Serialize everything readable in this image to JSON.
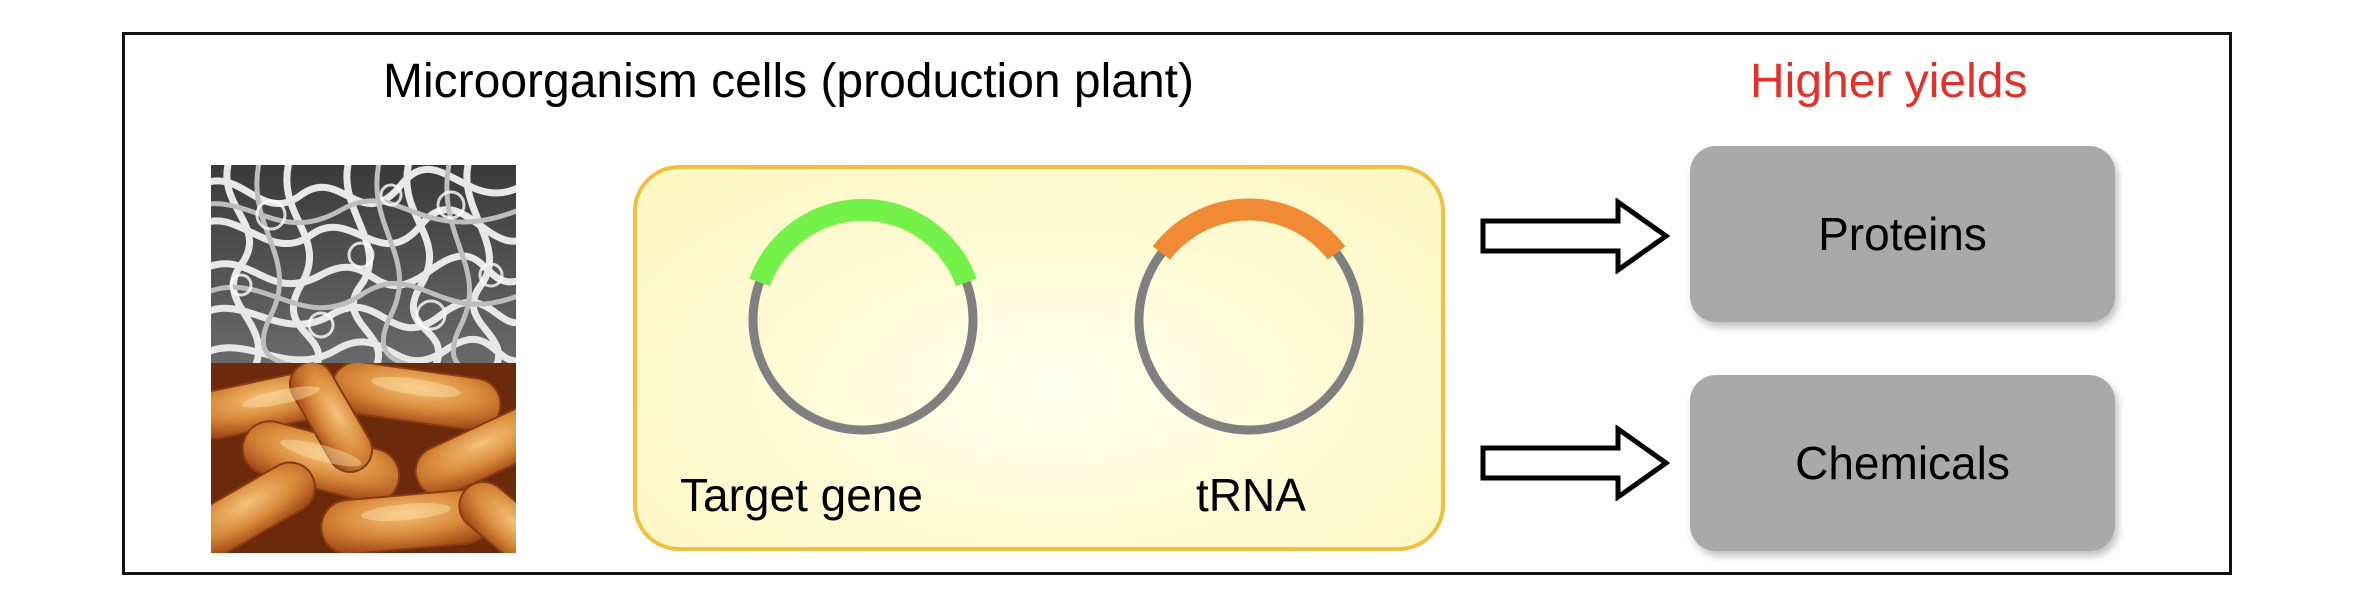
{
  "title": "Microorganism cells (production plant)",
  "outcome_label": "Higher yields",
  "plasmids": [
    {
      "label": "Target gene",
      "insert_color": "#74f24a"
    },
    {
      "label": "tRNA",
      "insert_color": "#f08a35"
    }
  ],
  "backbone_color": "#808080",
  "box_border_color": "#f0c040",
  "outcome_color": "#e2302a",
  "products": [
    "Proteins",
    "Chemicals"
  ],
  "product_box_color": "#a9a9a9"
}
